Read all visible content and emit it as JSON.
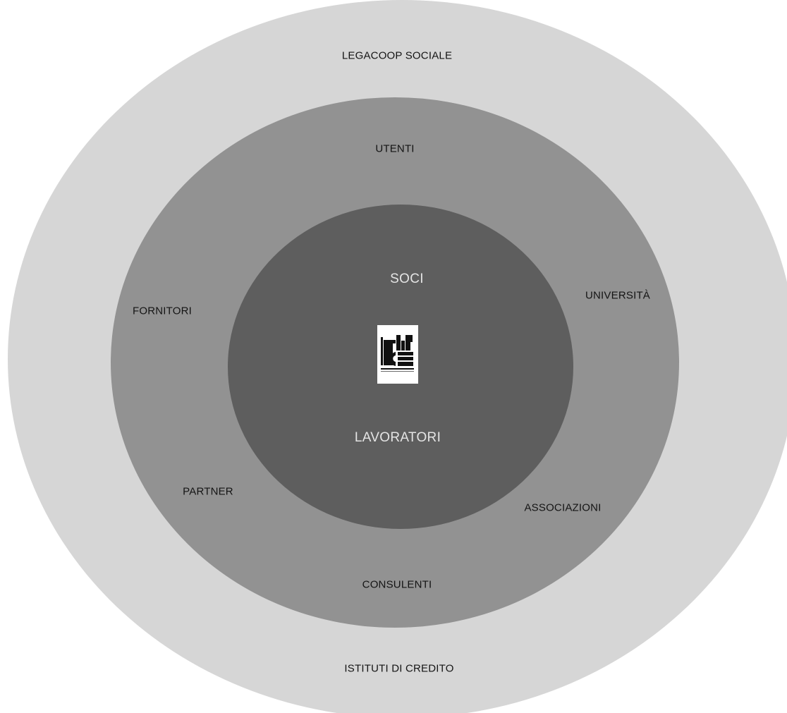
{
  "rings": {
    "outer": {
      "color": "#d6d6d6",
      "labels": {
        "top": "LEGACOOP SOCIALE",
        "bottom": "ISTITUTI DI CREDITO"
      }
    },
    "middle": {
      "color": "#929292",
      "labels": {
        "top": "UTENTI",
        "right_upper": "UNIVERSITÀ",
        "left_upper": "FORNITORI",
        "left_lower": "PARTNER",
        "right_lower": "ASSOCIAZIONI",
        "bottom": "CONSULENTI"
      }
    },
    "inner": {
      "color": "#5e5e5e",
      "labels": {
        "top": "SOCI",
        "bottom": "LAVORATORI"
      }
    }
  },
  "logo": {
    "icon": "cooperative-logo-icon"
  }
}
